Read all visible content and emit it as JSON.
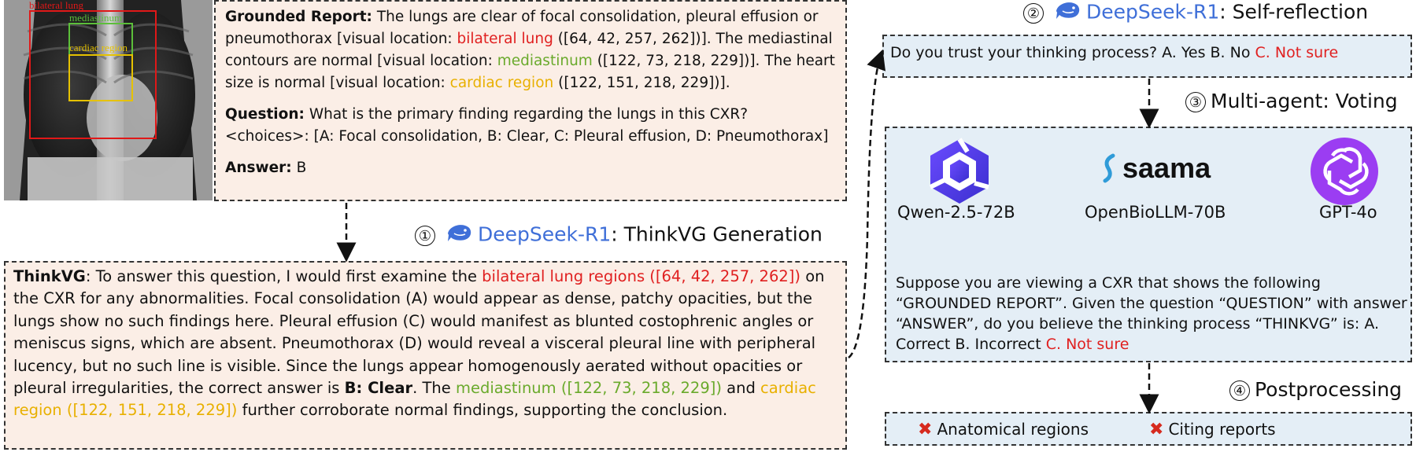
{
  "xray": {
    "labels": {
      "bilateral_lung": "bilateral lung",
      "mediastinum": "mediastinum",
      "cardiac_region": "cardiac region"
    },
    "colors": {
      "bilateral_lung": "#e01818",
      "mediastinum": "#5cbf3a",
      "cardiac_region": "#e6c200"
    }
  },
  "report": {
    "grounded_label": "Grounded Report:",
    "grounded_text_1": "The lungs are clear of focal consolidation, pleural effusion or pneumothorax [visual location: ",
    "grounded_region_1": "bilateral lung",
    "grounded_text_2": " ([64, 42, 257, 262])]. The mediastinal contours are normal [visual location: ",
    "grounded_region_2": "mediastinum",
    "grounded_text_3": " ([122, 73, 218, 229])]. The heart size is normal [visual location: ",
    "grounded_region_3": "cardiac region",
    "grounded_text_4": " ([122, 151, 218, 229])].",
    "question_label": "Question:",
    "question_text": "What is the primary finding regarding the lungs in this CXR? <choices>: [A: Focal consolidation, B: Clear, C: Pleural effusion, D: Pneumothorax]",
    "answer_label": "Answer:",
    "answer_text": "B"
  },
  "step1": {
    "number": "①",
    "model": "DeepSeek-R1",
    "title": ": ThinkVG Generation"
  },
  "thinkvg": {
    "label": "ThinkVG",
    "t1": ": To answer this question, I would first examine the ",
    "r1": "bilateral lung regions ([64, 42, 257, 262])",
    "t2": " on the CXR for any abnormalities. Focal consolidation (A) would appear as dense, patchy opacities, but the lungs show no such findings here. Pleural effusion (C) would manifest as blunted costophrenic angles or meniscus signs, which are absent. Pneumothorax (D) would reveal a visceral pleural line with peripheral lucency, but no such line is visible. Since the lungs appear homogenously aerated without opacities or pleural irregularities, the correct answer is ",
    "answer": "B: Clear",
    "t3": ". The ",
    "r2": "mediastinum ([122, 73, 218, 229])",
    "t4": " and ",
    "r3": "cardiac region ([122, 151, 218, 229])",
    "t5": " further corroborate normal findings, supporting the conclusion."
  },
  "step2": {
    "number": "②",
    "model": "DeepSeek-R1",
    "title": ": Self-reflection"
  },
  "selfq": {
    "text": "Do you trust your thinking process? A. Yes  B. No ",
    "not_sure": "C. Not sure"
  },
  "step3": {
    "number": "③",
    "title": "Multi-agent: Voting"
  },
  "agents": [
    {
      "name": "Qwen-2.5-72B",
      "icon": "qwen-logo"
    },
    {
      "name": "OpenBioLLM-70B",
      "icon": "saama-logo",
      "logo_text": "saama"
    },
    {
      "name": "GPT-4o",
      "icon": "openai-logo"
    }
  ],
  "prompt": {
    "text": "Suppose you are viewing a CXR that shows the following “GROUNDED REPORT”. Given the question “QUESTION” with answer “ANSWER”, do you believe the thinking process “THINKVG” is: A. Correct  B. Incorrect  ",
    "not_sure": "C. Not sure"
  },
  "step4": {
    "number": "④",
    "title": "Postprocessing"
  },
  "post": {
    "item1": "Anatomical regions",
    "item2": "Citing reports"
  },
  "colors": {
    "peach_bg": "#fbeee6",
    "blue_bg": "#e4eef6",
    "red": "#e02020",
    "green": "#6aaa2c",
    "yellow": "#e8b000",
    "deepseek_blue": "#3f6fd8"
  }
}
